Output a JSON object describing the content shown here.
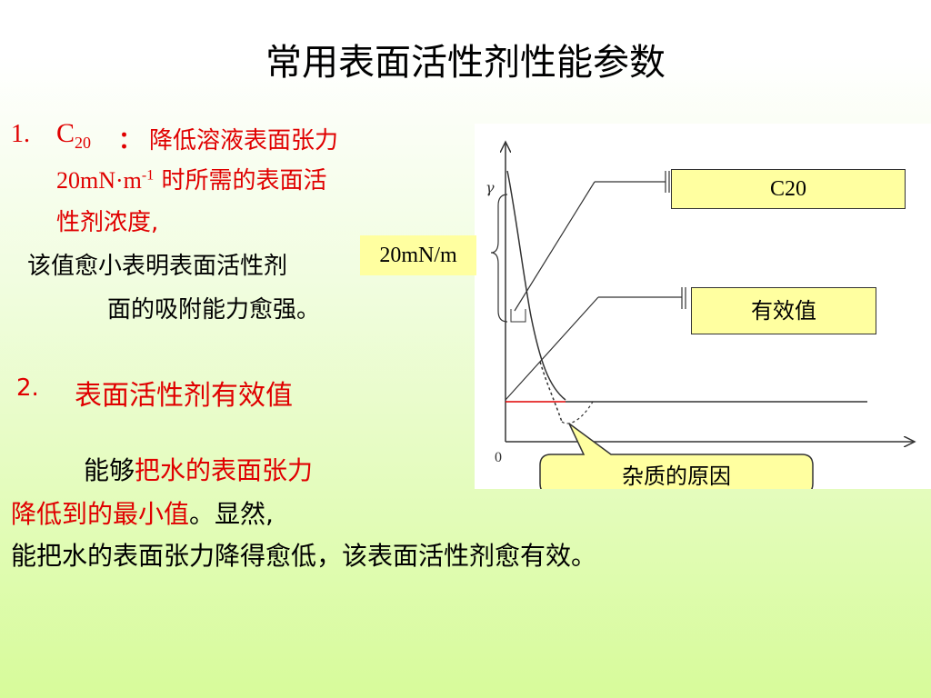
{
  "title": "常用表面活性剂性能参数",
  "item1": {
    "number": "1.",
    "symbol_main": "C",
    "symbol_sub": "20",
    "colon": "：",
    "line1_text": "降低溶液表面张力",
    "line2_value": "20mN·m",
    "line2_exp": "-1",
    "line2_text": "时所需的表面活",
    "line3_text": "性剂浓度,",
    "note_line1": "该值愈小表明表面活性剂",
    "note_line2": "面的吸附能力愈强。"
  },
  "item2": {
    "number": "2.",
    "heading": "表面活性剂有效值",
    "p1_black": "能够",
    "p1_red": "把水的表面张力",
    "p2_red": "降低到的最小值",
    "p2_black": "。显然,",
    "p3": "能把水的表面张力降得愈低，该表面活性剂愈有效。"
  },
  "chart": {
    "y_axis_label": "γ",
    "origin_label": "0",
    "callout_20mn": "20mN/m",
    "callout_c20": "C20",
    "callout_effective": "有效值",
    "callout_impurity": "杂质的原因"
  },
  "colors": {
    "red": "#e00000",
    "callout_fill": "#ffffa0",
    "gradient_bottom": "#d7fb9a"
  }
}
